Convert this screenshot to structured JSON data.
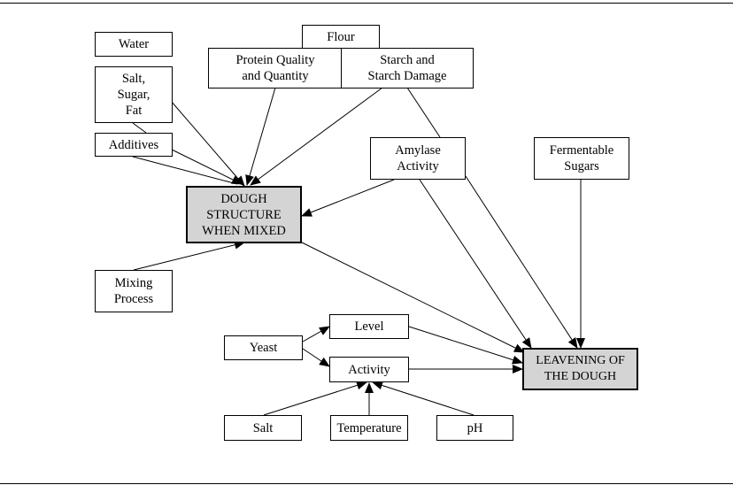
{
  "colors": {
    "line": "#000000",
    "highlight": "#d4d4d4",
    "background": "#ffffff"
  },
  "nodes": {
    "water": "Water",
    "salt_sugar_fat": "Salt,\nSugar,\nFat",
    "additives": "Additives",
    "flour": "Flour",
    "protein": "Protein Quality\nand Quantity",
    "starch": "Starch and\nStarch Damage",
    "amylase": "Amylase\nActivity",
    "fermentable": "Fermentable\nSugars",
    "dough": "DOUGH\nSTRUCTURE\nWHEN MIXED",
    "mixing": "Mixing\nProcess",
    "yeast": "Yeast",
    "level": "Level",
    "activity": "Activity",
    "leavening": "LEAVENING OF\nTHE DOUGH",
    "salt": "Salt",
    "temperature": "Temperature",
    "ph": "pH"
  },
  "edges": [
    {
      "from": "salt_sugar_fat",
      "to": "dough",
      "arrow": true
    },
    {
      "from": "additives",
      "to": "dough",
      "arrow": true
    },
    {
      "from": "protein",
      "to": "dough",
      "arrow": true
    },
    {
      "from": "starch",
      "to": "dough",
      "arrow": true
    },
    {
      "from": "starch",
      "to": "amylase",
      "arrow": false
    },
    {
      "from": "amylase",
      "to": "dough",
      "arrow": true
    },
    {
      "from": "mixing",
      "to": "dough",
      "arrow": true
    },
    {
      "from": "dough",
      "to": "leavening",
      "arrow": true
    },
    {
      "from": "amylase",
      "to": "leavening",
      "arrow": true
    },
    {
      "from": "fermentable",
      "to": "leavening",
      "arrow": true
    },
    {
      "from": "yeast",
      "to": "level",
      "arrow": true
    },
    {
      "from": "yeast",
      "to": "activity",
      "arrow": true
    },
    {
      "from": "level",
      "to": "leavening",
      "arrow": true
    },
    {
      "from": "activity",
      "to": "leavening",
      "arrow": true
    },
    {
      "from": "salt",
      "to": "activity",
      "arrow": true
    },
    {
      "from": "temperature",
      "to": "activity",
      "arrow": true
    },
    {
      "from": "ph",
      "to": "activity",
      "arrow": true
    }
  ]
}
